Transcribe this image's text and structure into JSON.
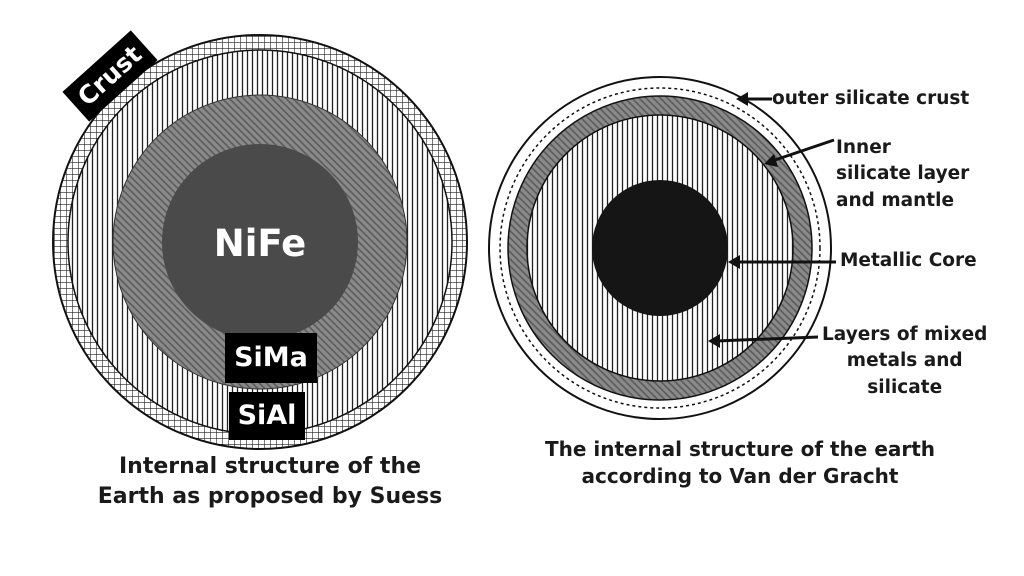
{
  "left_diagram": {
    "crust_label": "Crust",
    "core_label": "NiFe",
    "sima_label": "SiMa",
    "sial_label": "SiAl",
    "caption_line1": "Internal structure of the",
    "caption_line2": "Earth as proposed by Suess"
  },
  "right_diagram": {
    "crust_label": "outer silicate crust",
    "inner_label_line1": "Inner",
    "inner_label_line2": "silicate layer",
    "inner_label_line3": "and mantle",
    "core_label": "Metallic Core",
    "mixed_label_line1": "Layers of mixed",
    "mixed_label_line2": "metals and",
    "mixed_label_line3": "silicate",
    "caption_line1": "The internal structure of the earth",
    "caption_line2": "according to Van der Gracht"
  },
  "colors": {
    "core_left": "#4a4a4a",
    "core_right": "#151515",
    "ink": "#1a1a1a",
    "label_box": "#000000"
  }
}
